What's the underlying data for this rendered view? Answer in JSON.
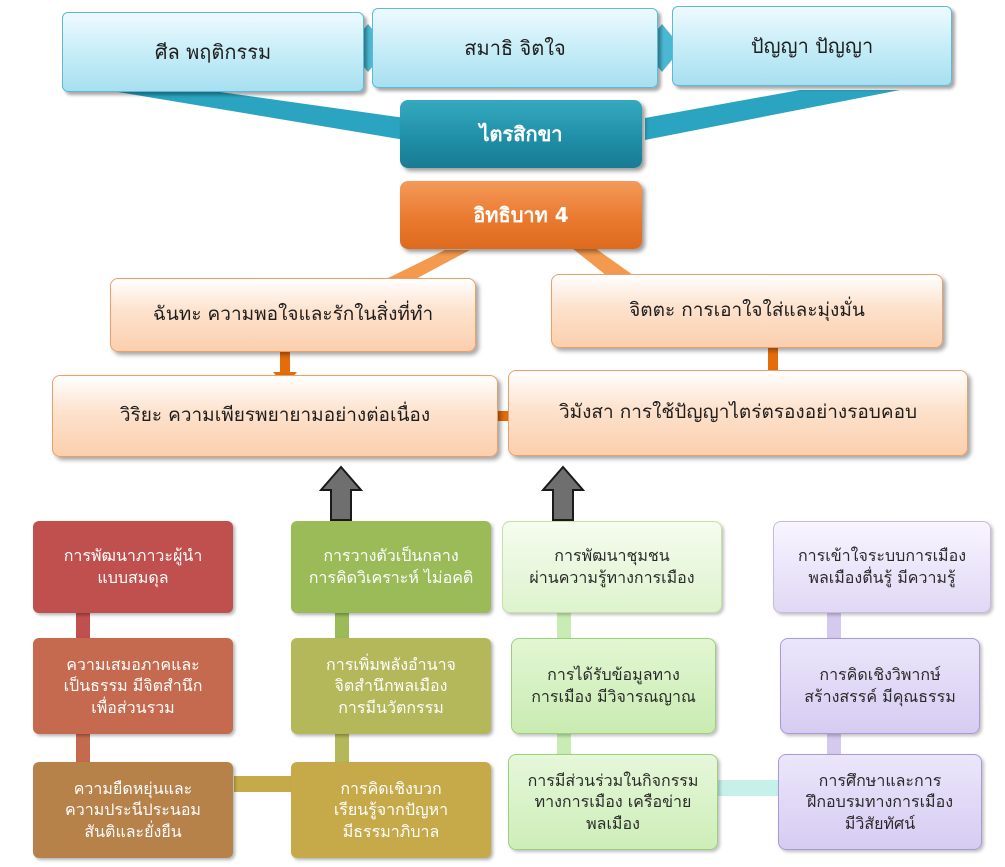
{
  "top": {
    "sila": "ศีล พฤติกรรม",
    "samadhi": "สมาธิ จิตใจ",
    "panna": "ปัญญา ปัญญา"
  },
  "trisikkha": "ไตรสิกขา",
  "iddhipada": "อิทธิบาท 4",
  "principles": {
    "chanda": "ฉันทะ ความพอใจและรักในสิ่งที่ทำ",
    "citta": "จิตตะ การเอาใจใส่และมุ่งมั่น",
    "viriya": "วิริยะ ความเพียรพยายามอย่างต่อเนื่อง",
    "vimamsa": "วิมังสา การใช้ปัญญาไตร่ตรองอย่างรอบคอบ"
  },
  "columns": [
    {
      "items": [
        "การพัฒนาภาวะผู้นำ\nแบบสมดุล",
        "ความเสมอภาคและ\nเป็นธรรม มีจิตสำนึก\nเพื่อส่วนรวม",
        "ความยืดหยุ่นและ\nความประนีประนอม\nสันติและยั่งยืน"
      ]
    },
    {
      "items": [
        "การวางตัวเป็นกลาง\nการคิดวิเคราะห์ ไม่อคติ",
        "การเพิ่มพลังอำนาจ\nจิตสำนึกพลเมือง\nการมีนวัตกรรม",
        "การคิดเชิงบวก\nเรียนรู้จากปัญหา\nมีธรรมาภิบาล"
      ]
    },
    {
      "items": [
        "การพัฒนาชุมชน\nผ่านความรู้ทางการเมือง",
        "การได้รับข้อมูลทาง\nการเมือง มีวิจารณญาณ",
        "การมีส่วนร่วมในกิจกรรม\nทางการเมือง เครือข่าย\nพลเมือง"
      ]
    },
    {
      "items": [
        "การเข้าใจระบบการเมือง\nพลเมืองตื่นรู้ มีความรู้",
        "การคิดเชิงวิพากษ์\nสร้างสรรค์ มีคุณธรรม",
        "การศึกษาและการ\nฝึกอบรมทางการเมือง\nมีวิสัยทัศน์"
      ]
    }
  ],
  "colors": {
    "col1": [
      "#c0504d",
      "#c56a4f",
      "#b7814a"
    ],
    "col2": [
      "#9bbb59",
      "#b4b85a",
      "#c6aa4a"
    ],
    "col3": "#e3f5d6",
    "col4": "#e3dcf3"
  }
}
